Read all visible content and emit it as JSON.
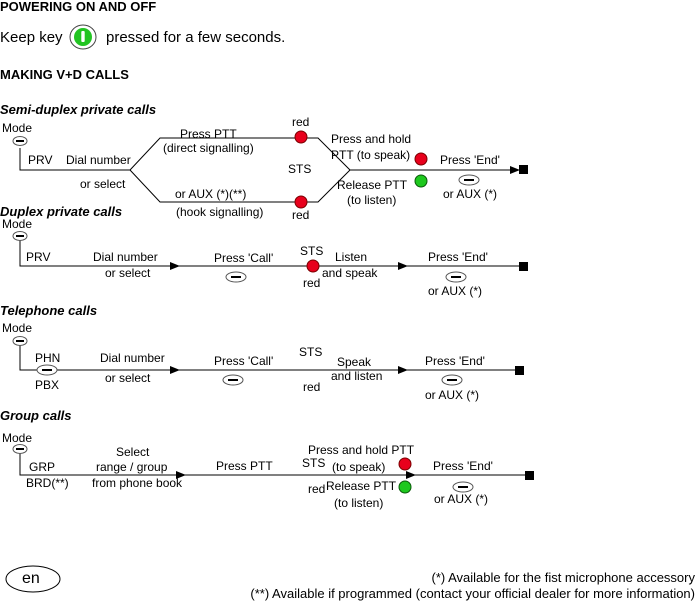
{
  "headings": {
    "power": "POWERING ON AND OFF",
    "keep_key": "Keep key",
    "pressed": "pressed for a few seconds.",
    "making": "MAKING V+D CALLS"
  },
  "semi": {
    "title": "Semi-duplex private calls",
    "mode": "Mode",
    "prv": "PRV",
    "dial": "Dial number",
    "or_select": "or select",
    "press_ptt": "Press PTT",
    "direct": "(direct signalling)",
    "red_top": "red",
    "sts": "STS",
    "or_aux": "or AUX (*)(**)",
    "hook": "(hook signalling)",
    "red_bottom": "red",
    "press_hold": "Press and hold",
    "ptt_to_speak": "PTT (to speak)",
    "release": "Release PTT",
    "to_listen": "(to listen)",
    "press_end": "Press 'End'",
    "or_aux_end": "or AUX (*)"
  },
  "duplex": {
    "title": "Duplex private calls",
    "mode": "Mode",
    "prv": "PRV",
    "dial": "Dial number",
    "or_select": "or select",
    "press_call": "Press 'Call'",
    "sts": "STS",
    "red": "red",
    "listen": "Listen",
    "and_speak": "and speak",
    "press_end": "Press 'End'",
    "or_aux": "or AUX (*)"
  },
  "tel": {
    "title": "Telephone calls",
    "mode": "Mode",
    "phn": "PHN",
    "pbx": "PBX",
    "dial": "Dial number",
    "or_select": "or select",
    "press_call": "Press 'Call'",
    "sts": "STS",
    "red": "red",
    "speak": "Speak",
    "and_listen": "and listen",
    "press_end": "Press 'End'",
    "or_aux": "or AUX (*)"
  },
  "group": {
    "title": "Group calls",
    "mode": "Mode",
    "grp": "GRP",
    "brd": "BRD(**)",
    "select": "Select",
    "range": "range / group",
    "from_book": "from phone book",
    "press_ptt": "Press  PTT",
    "sts": "STS",
    "red": "red",
    "press_hold": "Press and hold PTT",
    "to_speak": "(to speak)",
    "release": "Release PTT",
    "to_listen": "(to listen)",
    "press_end": "Press 'End'",
    "or_aux": "or AUX (*)"
  },
  "footer": {
    "lang": "en",
    "note1": "(*) Available for the fist microphone accessory",
    "note2": "(**) Available if programmed (contact your official dealer for more information)"
  },
  "colors": {
    "red": "#e8001c",
    "green": "#1ec81e",
    "key_green": "#22c422"
  },
  "icons": [
    "power-key-icon",
    "soft-key-icon",
    "led-red-icon",
    "led-green-icon",
    "arrow-icon",
    "end-square-icon"
  ]
}
